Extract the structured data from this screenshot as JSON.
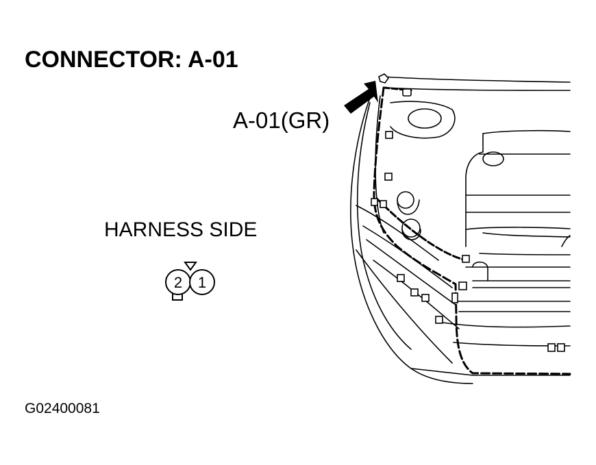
{
  "title": "CONNECTOR: A-01",
  "callout": "A-01(GR)",
  "view_label": "HARNESS SIDE",
  "figure_code": "G02400081",
  "connector": {
    "pins": [
      "2",
      "1"
    ]
  },
  "colors": {
    "ink": "#000000",
    "background": "#ffffff"
  }
}
